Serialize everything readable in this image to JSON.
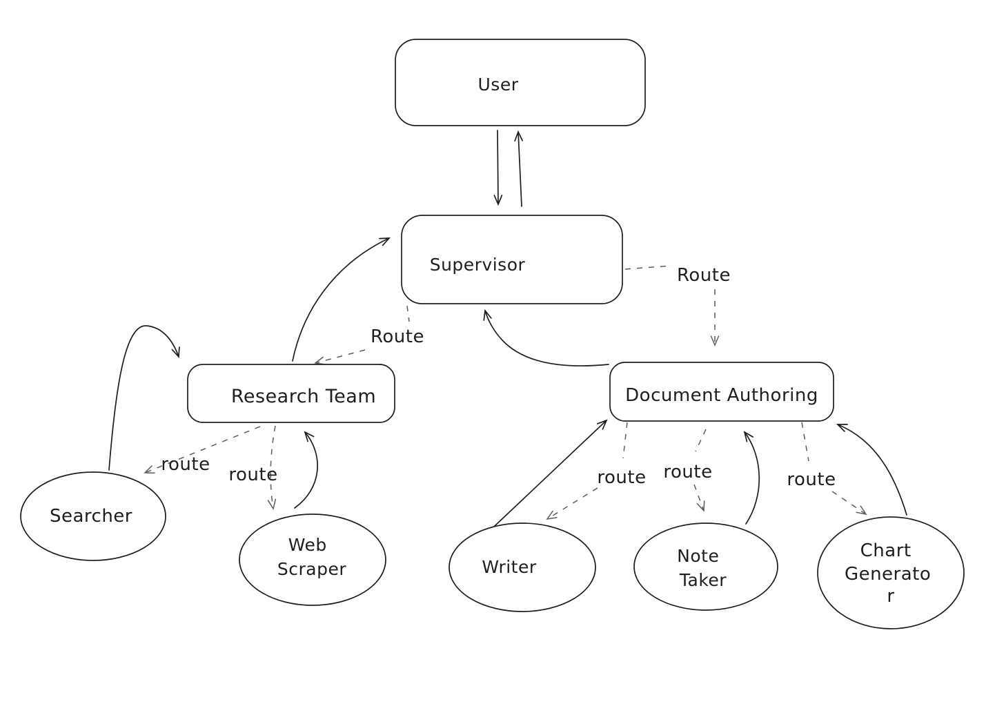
{
  "diagram": {
    "colors": {
      "background": "#ffffff",
      "node_stroke": "#1e1e1e",
      "solid_edge": "#1e1e1e",
      "dashed_edge": "#5c5c5c",
      "text": "#1e1e1e"
    },
    "nodes": {
      "user": {
        "shape": "rectangle",
        "label": "User"
      },
      "supervisor": {
        "shape": "rectangle",
        "label": "Supervisor"
      },
      "research_team": {
        "shape": "rectangle",
        "label": "Research Team"
      },
      "document_authoring": {
        "shape": "rectangle",
        "label": "Document Authoring"
      },
      "searcher": {
        "shape": "ellipse",
        "label": "Searcher"
      },
      "web_scraper": {
        "shape": "ellipse",
        "label": "Web Scraper",
        "line1": "Web",
        "line2": "Scraper"
      },
      "writer": {
        "shape": "ellipse",
        "label": "Writer"
      },
      "note_taker": {
        "shape": "ellipse",
        "label": "Note Taker",
        "line1": "Note",
        "line2": "Taker"
      },
      "chart_generator": {
        "shape": "ellipse",
        "label": "Chart Generator",
        "line1": "Chart",
        "line2": "Generato",
        "line3": "r"
      }
    },
    "edge_labels": {
      "supervisor_to_document_authoring": "Route",
      "supervisor_to_research_team": "Route",
      "research_team_to_searcher": "route",
      "research_team_to_web_scraper": "route",
      "document_authoring_to_writer": "route",
      "document_authoring_to_note_taker": "route",
      "document_authoring_to_chart_generator": "route"
    },
    "edges": [
      {
        "from": "User",
        "to": "Supervisor",
        "style": "solid",
        "label": ""
      },
      {
        "from": "Supervisor",
        "to": "User",
        "style": "solid",
        "label": ""
      },
      {
        "from": "Supervisor",
        "to": "Research Team",
        "style": "dashed",
        "label": "Route"
      },
      {
        "from": "Research Team",
        "to": "Supervisor",
        "style": "solid",
        "label": ""
      },
      {
        "from": "Supervisor",
        "to": "Document Authoring",
        "style": "dashed",
        "label": "Route"
      },
      {
        "from": "Document Authoring",
        "to": "Supervisor",
        "style": "solid",
        "label": ""
      },
      {
        "from": "Research Team",
        "to": "Searcher",
        "style": "dashed",
        "label": "route"
      },
      {
        "from": "Searcher",
        "to": "Research Team",
        "style": "solid",
        "label": ""
      },
      {
        "from": "Research Team",
        "to": "Web Scraper",
        "style": "dashed",
        "label": "route"
      },
      {
        "from": "Web Scraper",
        "to": "Research Team",
        "style": "solid",
        "label": ""
      },
      {
        "from": "Document Authoring",
        "to": "Writer",
        "style": "dashed",
        "label": "route"
      },
      {
        "from": "Writer",
        "to": "Document Authoring",
        "style": "solid",
        "label": ""
      },
      {
        "from": "Document Authoring",
        "to": "Note Taker",
        "style": "dashed",
        "label": "route"
      },
      {
        "from": "Note Taker",
        "to": "Document Authoring",
        "style": "solid",
        "label": ""
      },
      {
        "from": "Document Authoring",
        "to": "Chart Generator",
        "style": "dashed",
        "label": "route"
      },
      {
        "from": "Chart Generator",
        "to": "Document Authoring",
        "style": "solid",
        "label": ""
      }
    ]
  }
}
